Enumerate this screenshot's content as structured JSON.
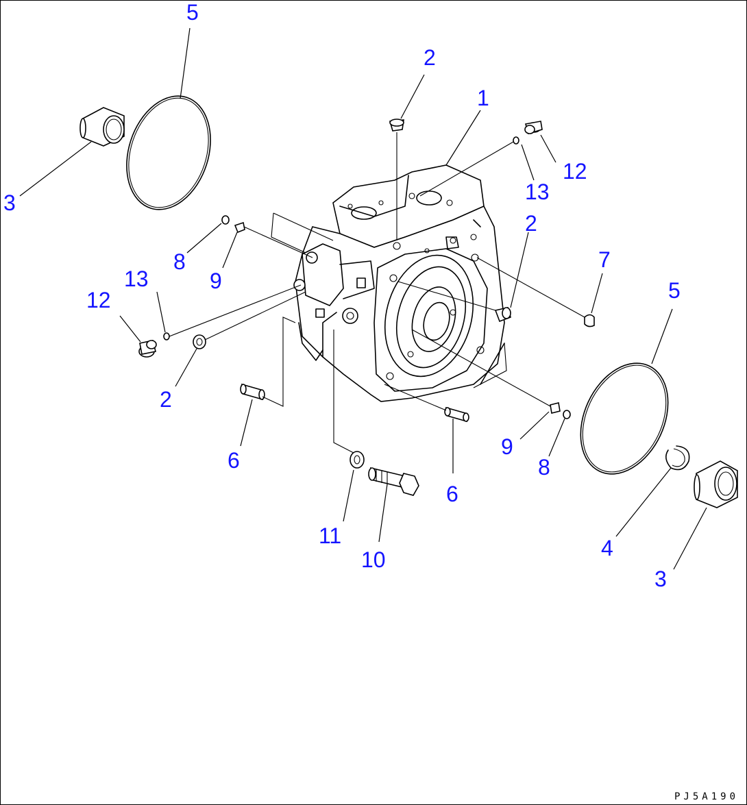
{
  "diagram": {
    "drawing_code": "PJ5A190",
    "callouts": {
      "c1": "1",
      "c2a": "2",
      "c2b": "2",
      "c2c": "2",
      "c3a": "3",
      "c3b": "3",
      "c4": "4",
      "c5a": "5",
      "c5b": "5",
      "c6a": "6",
      "c6b": "6",
      "c7": "7",
      "c8a": "8",
      "c8b": "8",
      "c9a": "9",
      "c9b": "9",
      "c10": "10",
      "c11": "11",
      "c12a": "12",
      "c12b": "12",
      "c13a": "13",
      "c13b": "13"
    },
    "callout_color": "#1414ff"
  }
}
